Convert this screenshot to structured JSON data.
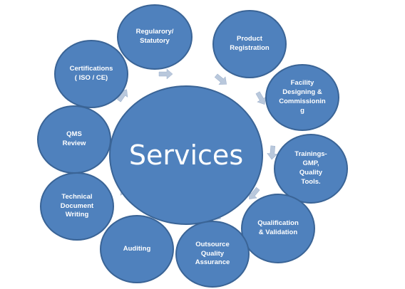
{
  "diagram": {
    "hub": {
      "label": "Services"
    },
    "services": [
      {
        "id": "regulatory",
        "label": "Regularory/\nStatutory"
      },
      {
        "id": "product",
        "label": "Product\nRegistration"
      },
      {
        "id": "facility",
        "label": "Facility\nDesigning &\nCommissionin\ng"
      },
      {
        "id": "trainings",
        "label": "Trainings-\nGMP,\nQuality\nTools."
      },
      {
        "id": "qualification",
        "label": "Qualification\n& Validation"
      },
      {
        "id": "outsource",
        "label": "Outsource\nQuality\nAssurance"
      },
      {
        "id": "auditing",
        "label": "Auditing"
      },
      {
        "id": "technical",
        "label": "Technical\nDocument\nWriting"
      },
      {
        "id": "qms",
        "label": "QMS\nReview"
      },
      {
        "id": "certifications",
        "label": "Certifications\n( ISO / CE)"
      }
    ],
    "colors": {
      "node_fill": "#4f81bd",
      "node_border": "#3a6496",
      "arrow": "#b9c8dc",
      "text": "#ffffff"
    }
  }
}
